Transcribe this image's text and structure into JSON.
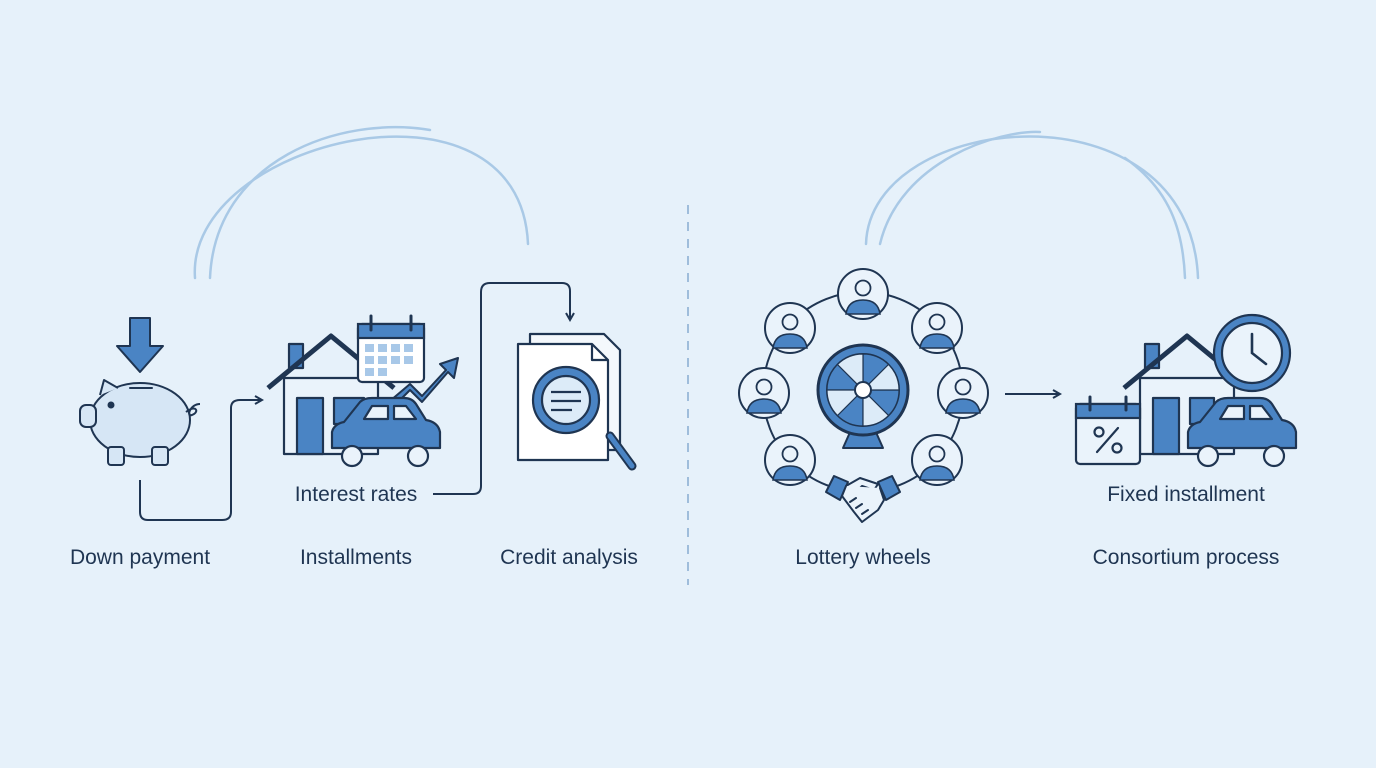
{
  "left_process": {
    "steps": [
      {
        "label": "Down payment",
        "icon": "piggy-bank-icon"
      },
      {
        "label": "Installments",
        "icon": "house-car-icon"
      },
      {
        "label": "Credit analysis",
        "icon": "document-magnifier-icon"
      }
    ],
    "sub_label": "Interest rates",
    "sub_icons": [
      "calendar-icon",
      "trend-up-arrow-icon"
    ]
  },
  "right_process": {
    "steps": [
      {
        "label": "Lottery wheels",
        "icon": "prize-wheel-icon"
      },
      {
        "label": "Consortium process",
        "icon": "house-car-icon"
      }
    ],
    "sub_label": "Fixed installment",
    "sub_icons": [
      "percent-calendar-icon",
      "clock-icon",
      "handshake-icon",
      "person-icon"
    ]
  },
  "colors": {
    "background": "#e6f1fa",
    "stroke": "#1f3552",
    "accent": "#4a84c4",
    "light_fill": "#cfe2f4",
    "arc": "#a9c9e6"
  }
}
